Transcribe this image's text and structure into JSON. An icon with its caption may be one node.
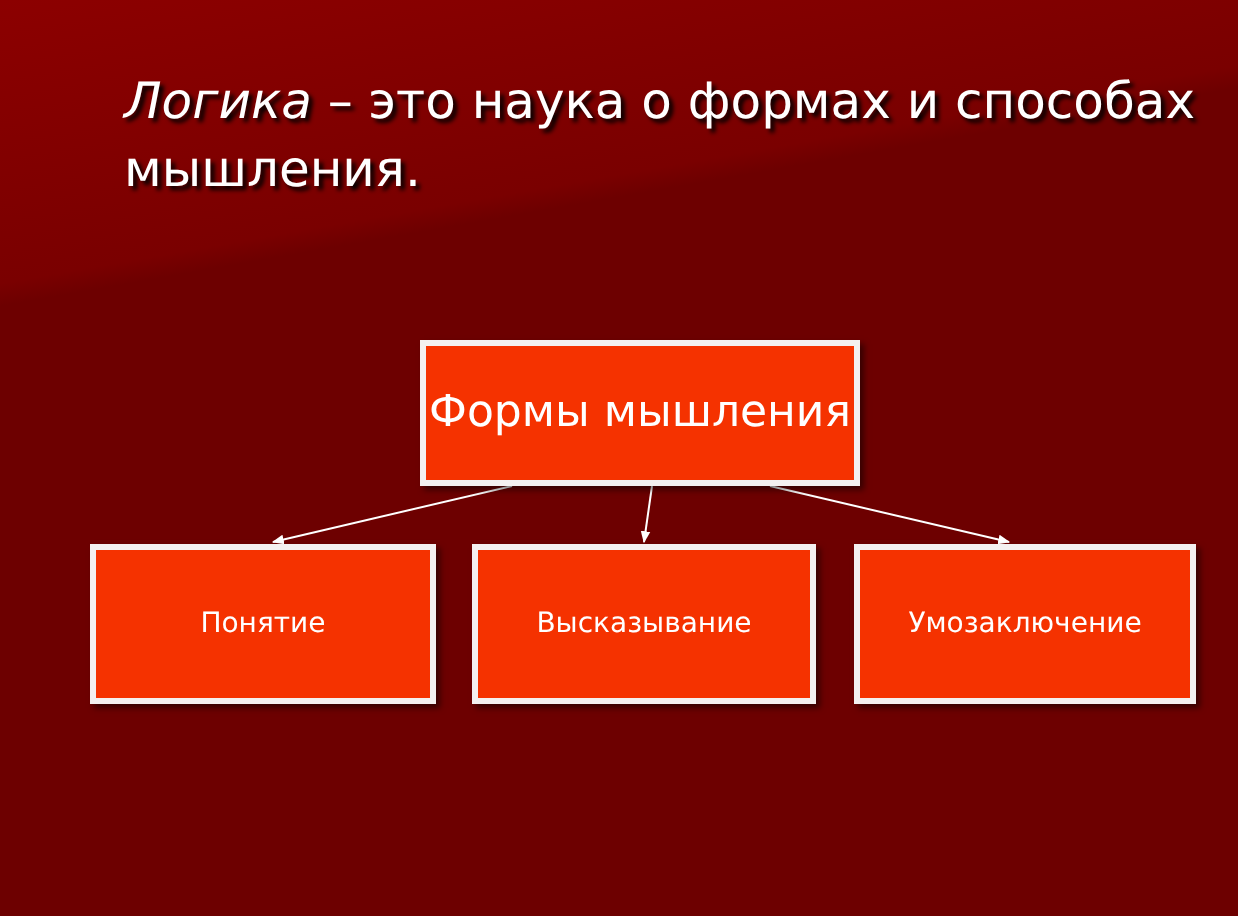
{
  "diagram": {
    "title": "*Логика* – это наука о формах и способах мышления.",
    "nodes": [
      {
        "text": [
          "Формы мышления"
        ]
      },
      {
        "text": [
          "Понятие"
        ]
      },
      {
        "text": [
          "Высказывание"
        ]
      },
      {
        "text": [
          "Умозаключение"
        ]
      }
    ],
    "edges": [
      {
        "from": 0,
        "to": 1,
        "arrow": "to"
      },
      {
        "from": 0,
        "to": 2,
        "arrow": "to"
      },
      {
        "from": 0,
        "to": 3,
        "arrow": "to"
      }
    ]
  }
}
